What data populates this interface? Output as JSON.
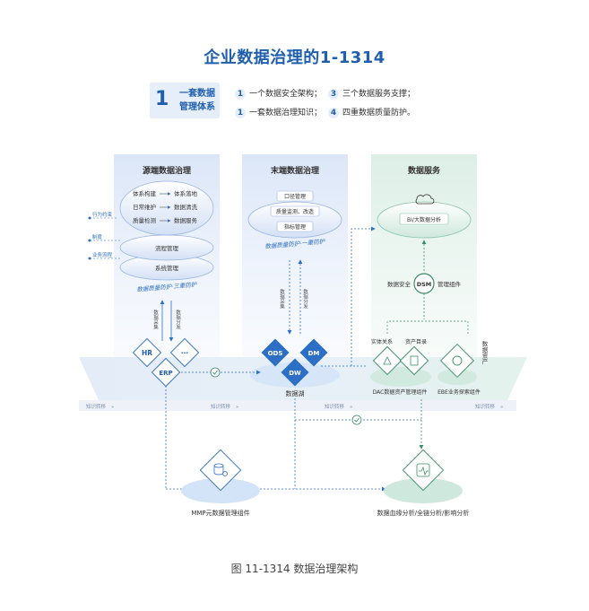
{
  "title": "企业数据治理的1-1314",
  "summary": {
    "main_num": "1",
    "main_label": "一套数据管理体系",
    "items": [
      {
        "num": "1",
        "text": "一个数据安全架构；"
      },
      {
        "num": "3",
        "text": "三个数据服务支撑；"
      },
      {
        "num": "1",
        "text": "一套数据治理知识；"
      },
      {
        "num": "4",
        "text": "四重数据质量防护。"
      }
    ]
  },
  "columns": {
    "source": {
      "title": "源端数据治理",
      "rows": [
        {
          "left": "体系构建",
          "right": "体系落地"
        },
        {
          "left": "日常维护",
          "right": "数据清洗"
        },
        {
          "left": "质量检测",
          "right": "数据服务"
        }
      ],
      "layer2": "流程管理",
      "layer3": "系统管理",
      "defense": "数据质量防护·三重防护",
      "side_labels": [
        "行为约束",
        "制度",
        "业务流程"
      ],
      "collect": "数据采集",
      "distribute": "数据分发",
      "systems": [
        "HR",
        "···",
        "ERP"
      ]
    },
    "end": {
      "title": "末端数据治理",
      "items": [
        "口径管理",
        "质量监测、改造",
        "指标管理"
      ],
      "defense": "数据质量防护·一重防护",
      "collect": "数据采集",
      "distribute": "数据分发",
      "nodes": [
        "ODS",
        "DM",
        "DW"
      ],
      "lake": "数据湖"
    },
    "service": {
      "title": "数据服务",
      "bi": "BI/大数据分析",
      "dsm": "DSM",
      "security": "数据安全",
      "mgmt": "管理组件",
      "assets_vertical": "数据资产",
      "entity": "实体关系",
      "catalog": "资产目录",
      "dac": "DAC数据资产管理组件",
      "ebe": "EBE业务探索组件"
    }
  },
  "knowledge_label": "知识转移",
  "mmp": "MMP元数据管理组件",
  "lineage": "数据血缘分析/全链分析/影响分析",
  "caption": "图 11-1314 数据治理架构",
  "colors": {
    "title_blue": "#1f5fae",
    "accent_blue": "#2d6fc4",
    "green": "#3a8d6a",
    "panel_blue": "#e9f0fb",
    "panel_green": "#e8f3ee"
  }
}
